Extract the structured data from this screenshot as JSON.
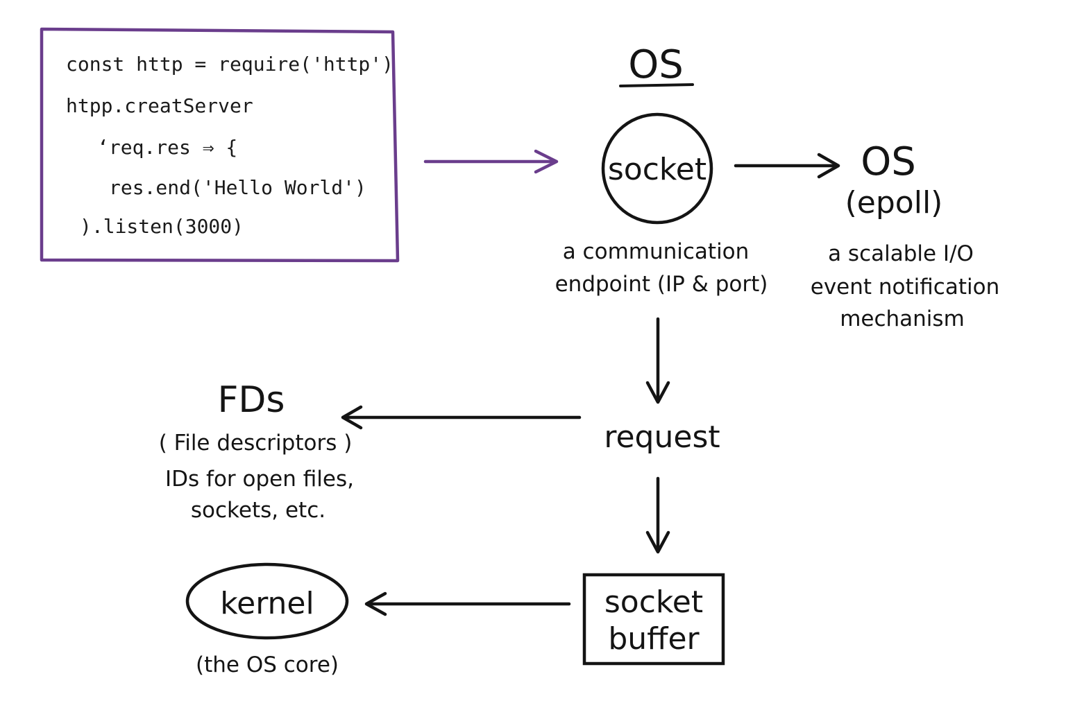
{
  "colors": {
    "ink": "#141414",
    "accent": "#6a3d8c",
    "background": "#ffffff"
  },
  "code_box": {
    "lines": [
      "const http = require('http')",
      "htpp.creatServer",
      "‘req.res ⇒ {",
      "res.end('Hello World')",
      ").listen(3000)"
    ]
  },
  "os_header": "OS",
  "socket": {
    "label": "socket",
    "desc_line1": "a  communication",
    "desc_line2": "endpoint (IP & port)"
  },
  "epoll": {
    "title": "OS",
    "subtitle": "(epoll)",
    "desc_line1": "a scalable I/O",
    "desc_line2": "event notification",
    "desc_line3": "mechanism"
  },
  "request": "request",
  "fds": {
    "title": "FDs",
    "line1": "( File descriptors )",
    "line2": "IDs for open files,",
    "line3": "sockets, etc."
  },
  "socket_buffer": {
    "line1": "socket",
    "line2": "buffer"
  },
  "kernel": {
    "label": "kernel",
    "desc": "(the OS core)"
  }
}
